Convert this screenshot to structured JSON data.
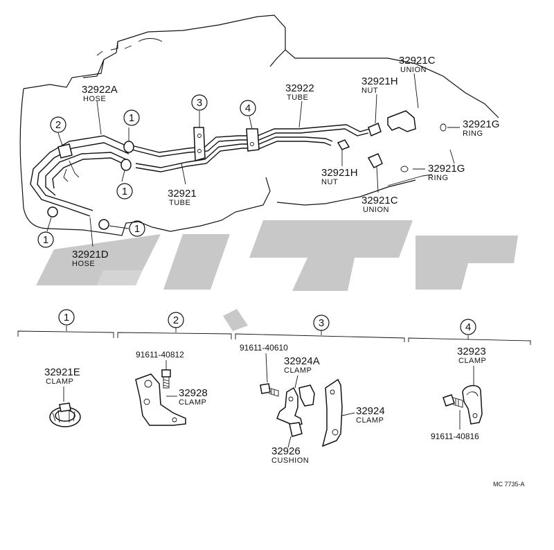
{
  "watermark": {
    "color": "#c8c8c8"
  },
  "callouts": {
    "p32922A": {
      "number": "32922A",
      "name": "HOSE"
    },
    "p32922": {
      "number": "32922",
      "name": "TUBE"
    },
    "p32921H_top": {
      "number": "32921H",
      "name": "NUT"
    },
    "p32921C_top": {
      "number": "32921C",
      "name": "UNION"
    },
    "p32921G_top": {
      "number": "32921G",
      "name": "RING"
    },
    "p32921G_bot": {
      "number": "32921G",
      "name": "RING"
    },
    "p32921H_bot": {
      "number": "32921H",
      "name": "NUT"
    },
    "p32921C_bot": {
      "number": "32921C",
      "name": "UNION"
    },
    "p32921": {
      "number": "32921",
      "name": "TUBE"
    },
    "p32921D": {
      "number": "32921D",
      "name": "HOSE"
    }
  },
  "refs": {
    "r1": "1",
    "r2": "2",
    "r3": "3",
    "r4": "4"
  },
  "details": {
    "group1": {
      "ref": "1",
      "clamp": {
        "number": "32921E",
        "name": "CLAMP"
      }
    },
    "group2": {
      "ref": "2",
      "bolt": "91611-40812",
      "clamp": {
        "number": "32928",
        "name": "CLAMP"
      }
    },
    "group3": {
      "ref": "3",
      "bolt": "91611-40610",
      "clampA": {
        "number": "32924A",
        "name": "CLAMP"
      },
      "clampB": {
        "number": "32924",
        "name": "CLAMP"
      },
      "cushion": {
        "number": "32926",
        "name": "CUSHION"
      }
    },
    "group4": {
      "ref": "4",
      "clamp": {
        "number": "32923",
        "name": "CLAMP"
      },
      "bolt": "91611-40816"
    }
  },
  "drawing_code": "MC 7735-A"
}
